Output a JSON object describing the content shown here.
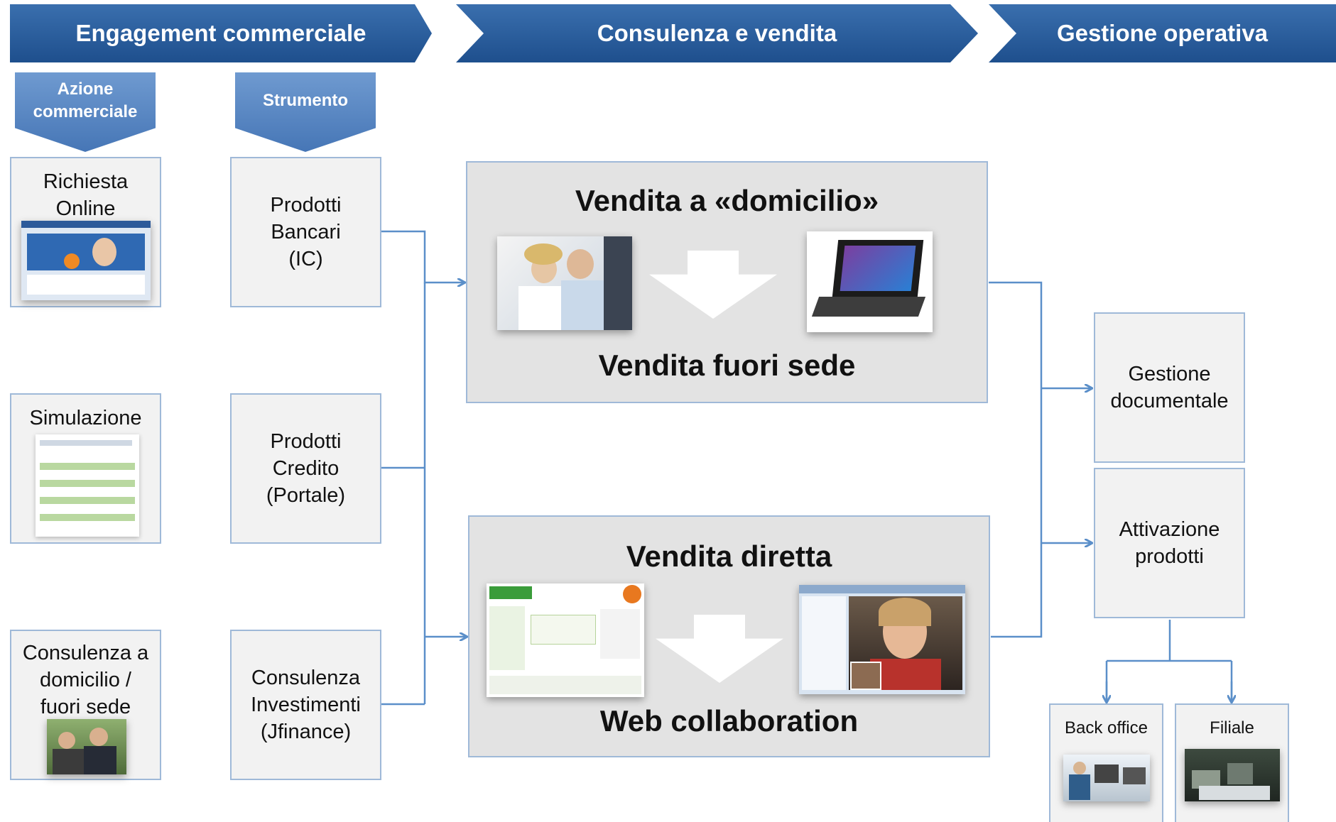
{
  "header": {
    "stage1": "Engagement commerciale",
    "stage2": "Consulenza e vendita",
    "stage3": "Gestione operativa"
  },
  "tags": {
    "azione_line1": "Azione",
    "azione_line2": "commerciale",
    "strumento": "Strumento"
  },
  "actions": [
    {
      "label": "Richiesta\nOnline"
    },
    {
      "label": "Simulazione"
    },
    {
      "label": "Consulenza a\ndomicilio /\nfuori sede"
    }
  ],
  "tools": [
    {
      "label": "Prodotti\nBancari\n(IC)"
    },
    {
      "label": "Prodotti\nCredito\n(Portale)"
    },
    {
      "label": "Consulenza\nInvestimenti\n(Jfinance)"
    }
  ],
  "panels": {
    "top_title": "Vendita a «domicilio»",
    "top_subtitle": "Vendita fuori sede",
    "bottom_title": "Vendita diretta",
    "bottom_subtitle": "Web collaboration"
  },
  "operations": {
    "gestione": "Gestione\ndocumentale",
    "attivazione": "Attivazione\nprodotti",
    "back_office": "Back office",
    "filiale": "Filiale"
  },
  "colors": {
    "header_blue": "#2a5d9e",
    "tag_blue": "#5b87c3",
    "connector": "#5b8fc9",
    "box_border": "#9fb9d8"
  }
}
